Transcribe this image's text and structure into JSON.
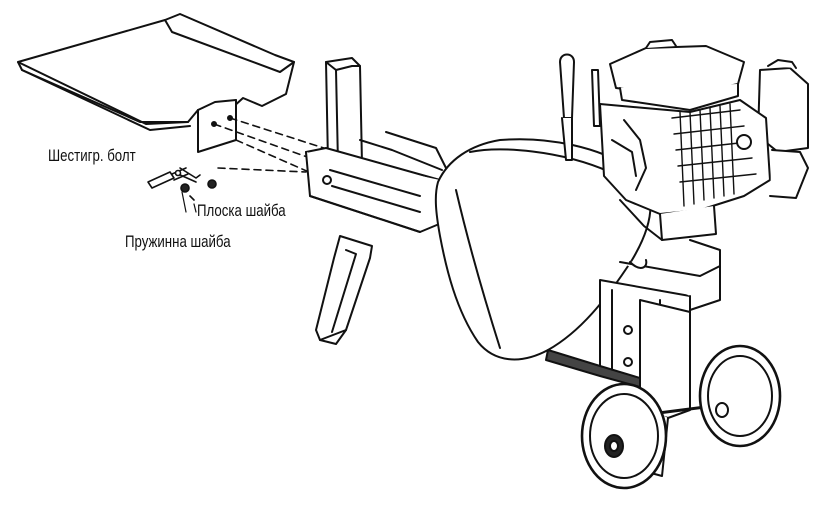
{
  "labels": {
    "hex_bolt": "Шестигр. болт",
    "flat_washer": "Плоска шайба",
    "spring_washer": "Пружинна шайба"
  },
  "colors": {
    "line": "#111111",
    "fill_light": "#ffffff",
    "fill_shade": "#cfcfcf",
    "fill_dark": "#2a2a2a"
  }
}
